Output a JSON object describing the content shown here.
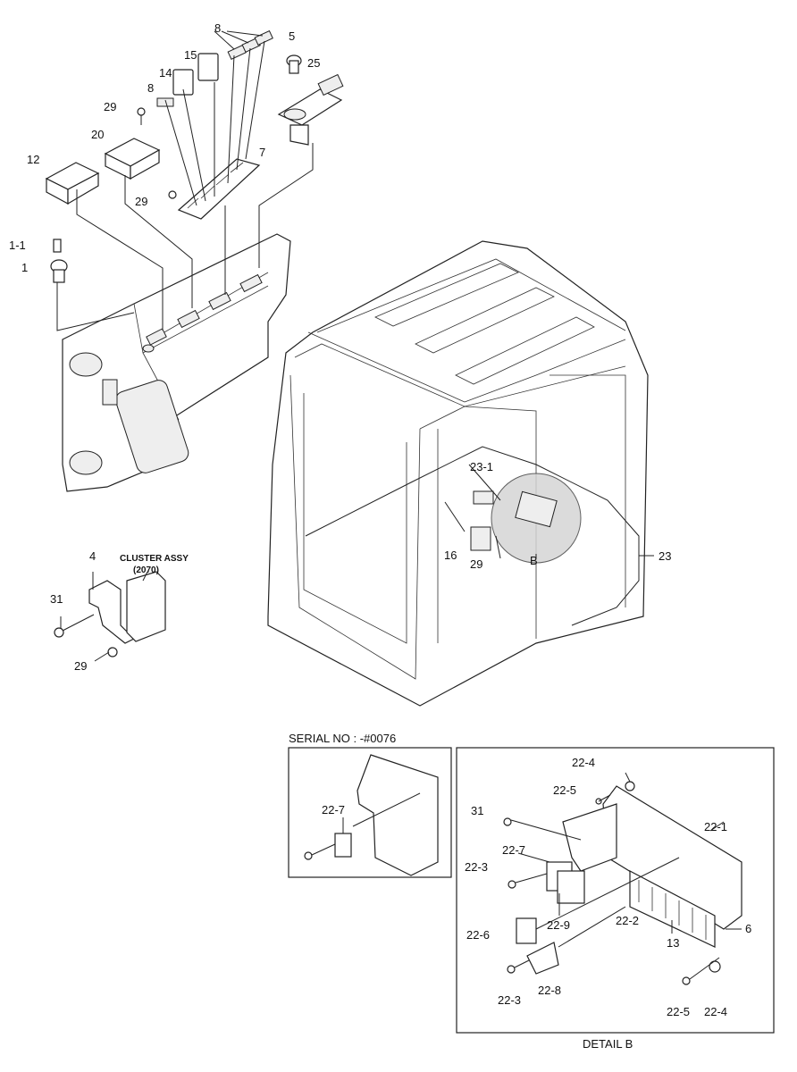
{
  "labels": {
    "l8a": "8",
    "l5": "5",
    "l15": "15",
    "l25": "25",
    "l14": "14",
    "l8b": "8",
    "l29a": "29",
    "l20": "20",
    "l12": "12",
    "l7": "7",
    "l29b": "29",
    "l1_1": "1-1",
    "l1": "1",
    "l23_1": "23-1",
    "l16": "16",
    "l29c": "29",
    "lB": "B",
    "l23": "23",
    "l4": "4",
    "l31a": "31",
    "l29d": "29"
  },
  "cluster": {
    "line1": "CLUSTER ASSY",
    "line2": "(2070)"
  },
  "serial_box": {
    "title": "SERIAL NO : -#0076",
    "l22_7": "22-7"
  },
  "detail_box": {
    "title": "DETAIL B",
    "l22_4a": "22-4",
    "l22_5a": "22-5",
    "l31": "31",
    "l22_1": "22-1",
    "l22_7": "22-7",
    "l22_3a": "22-3",
    "l22_9": "22-9",
    "l22_2": "22-2",
    "l6": "6",
    "l22_6": "22-6",
    "l13": "13",
    "l22_3b": "22-3",
    "l22_8": "22-8",
    "l22_5b": "22-5",
    "l22_4b": "22-4"
  }
}
